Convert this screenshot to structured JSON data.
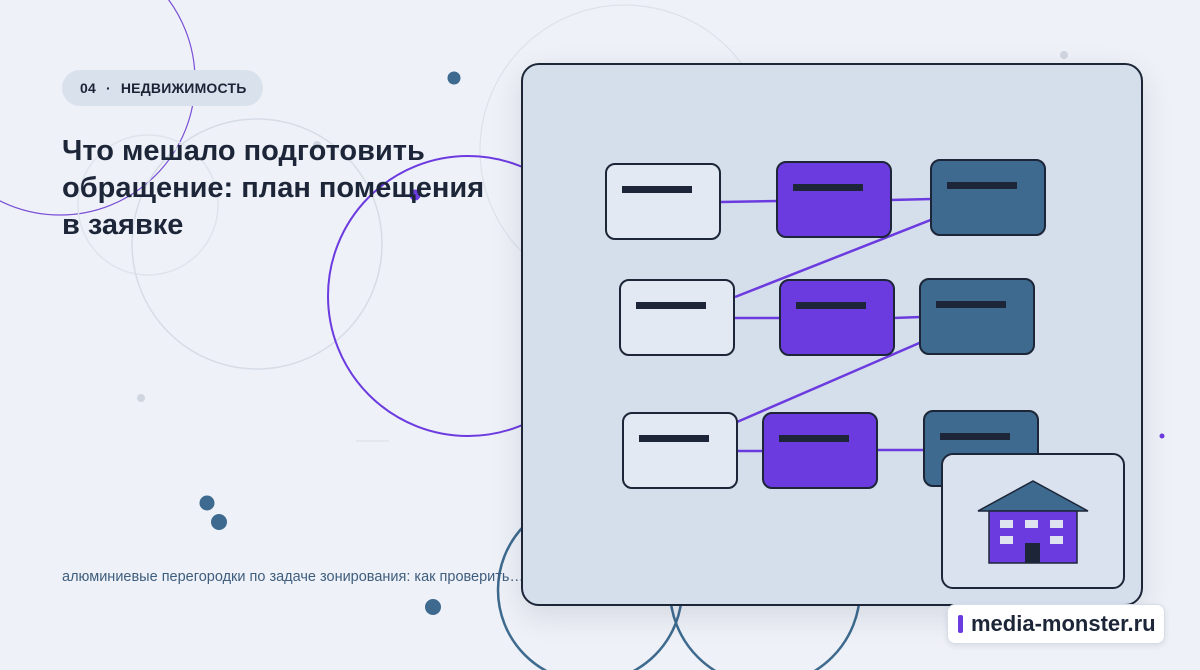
{
  "header": {
    "tag_number": "04",
    "tag_separator": "·",
    "tag_label": "НЕДВИЖИМОСТЬ"
  },
  "title": "Что мешало подготовить обращение: план помещения в заявке",
  "subtitle": "алюминиевые перегородки по задаче зонирования: как проверить…",
  "brand": {
    "text": "media-monster.ru"
  },
  "colors": {
    "background": "#eef1f7",
    "accent_purple": "#6c3be0",
    "steel_blue": "#3d6a8e",
    "ink": "#1c2638",
    "panel": "#d5dfeb"
  },
  "icons": {
    "building": "building-icon",
    "flow": "flow-diagram"
  }
}
